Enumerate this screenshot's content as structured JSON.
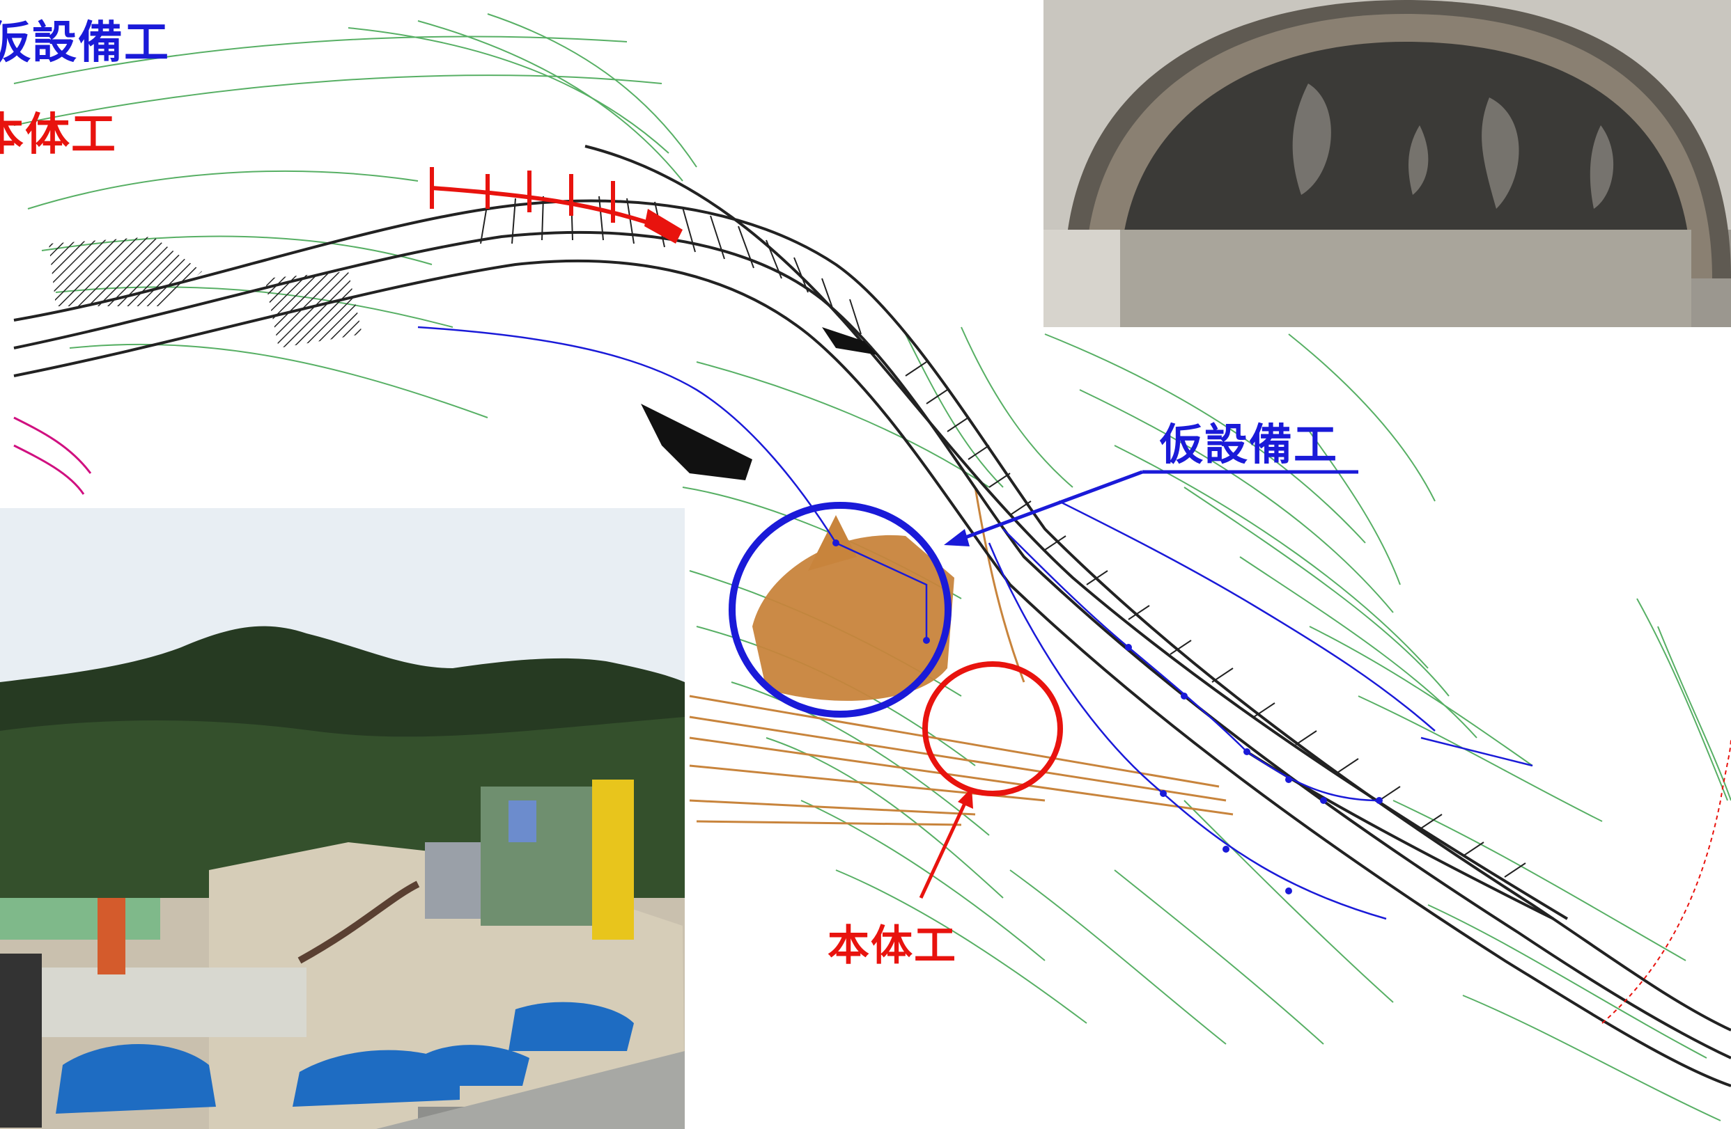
{
  "labels": {
    "temp_title": "仮設備工",
    "main_title": "本体工",
    "temp_callout": "仮設備工",
    "main_callout": "本体工"
  },
  "colors": {
    "temp_works": "#1a1ad8",
    "main_works": "#e8130e",
    "contour": "#3aa24a",
    "orange_area": "#c8843c",
    "road_lines": "#222222"
  },
  "photos": {
    "tunnel_face": "tunnel-portal-photo",
    "site_view": "construction-site-photo"
  }
}
